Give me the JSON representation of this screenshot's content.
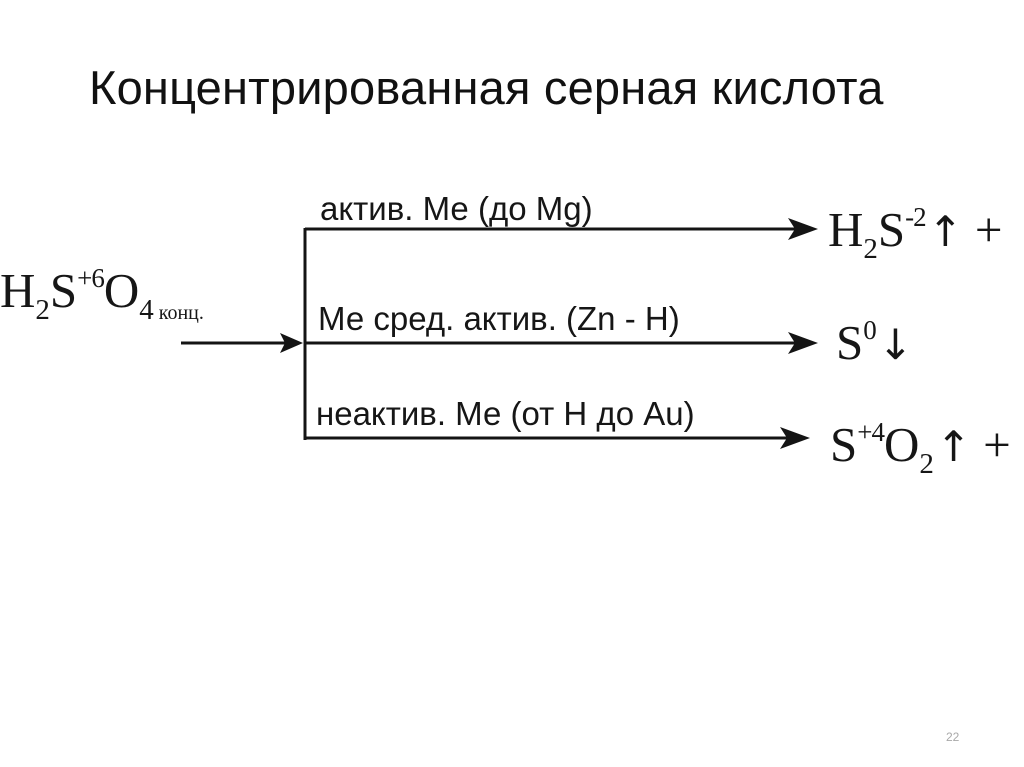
{
  "title": "Концентрированная серная кислота",
  "reactant": {
    "h": "H",
    "h_sub": "2",
    "s": "S",
    "s_sup": "+6",
    "o": "O",
    "o_sub": "4",
    "note": "конц."
  },
  "branches": [
    {
      "label": "актив. Ме (до Mg)"
    },
    {
      "label": "Ме сред. актив. (Zn - H)"
    },
    {
      "label": "неактив. Ме (от Н до Au)"
    }
  ],
  "products": {
    "p1": {
      "h": "H",
      "h_sub": "2",
      "s": "S",
      "s_sup": "-2",
      "arrow": "↑",
      "plus": "+"
    },
    "p2": {
      "s": "S",
      "s_sup": "0",
      "arrow": "↓"
    },
    "p3": {
      "s": "S",
      "s_sup": "+4",
      "o": "O",
      "o_sub": "2",
      "arrow": "↑",
      "plus": "+"
    }
  },
  "page_number": "22",
  "colors": {
    "ink": "#141414",
    "page_number": "#a8a8a8"
  }
}
